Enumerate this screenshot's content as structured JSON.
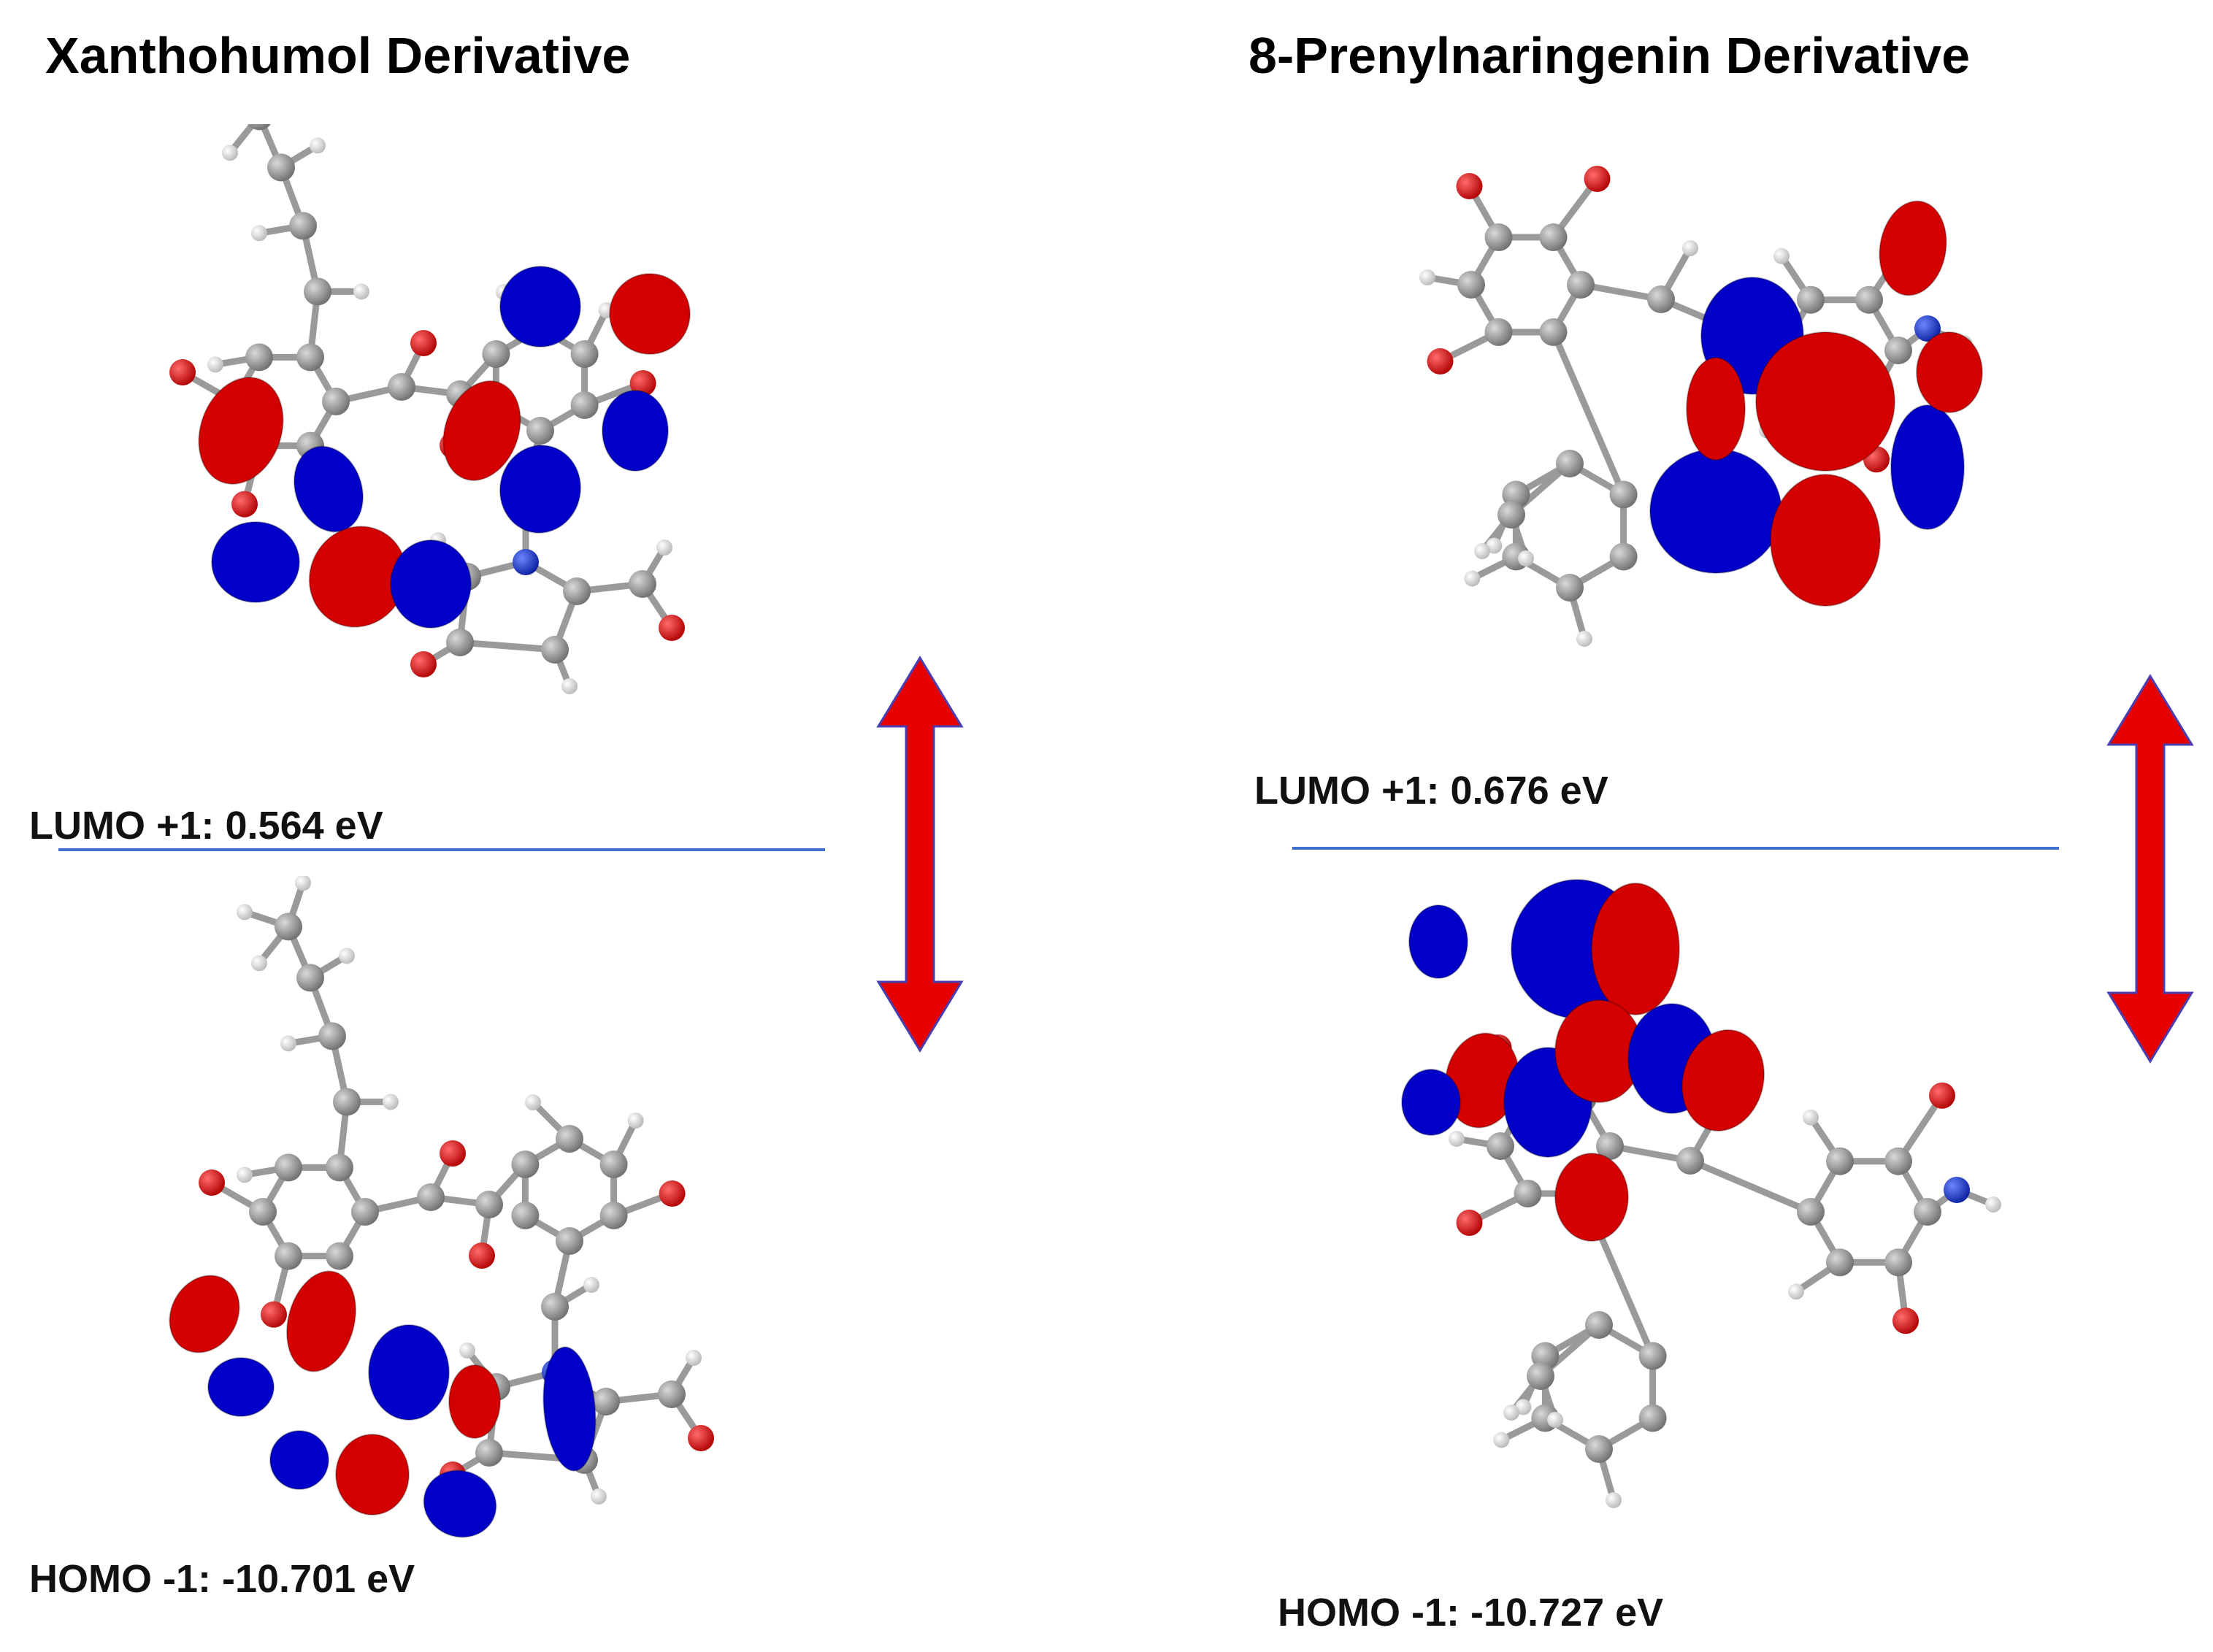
{
  "panels": [
    {
      "title": "Xanthohumol Derivative",
      "lumo_label": "LUMO +1: 0.564 eV",
      "homo_label": "HOMO -1: -10.701 eV"
    },
    {
      "title": "8-Prenylnaringenin Derivative",
      "lumo_label": "LUMO +1: 0.676 eV",
      "homo_label": "HOMO -1: -10.727 eV"
    }
  ],
  "colors": {
    "positive_lobe": "#d40000",
    "negative_lobe": "#0000c8",
    "carbon": "#7f7f7f",
    "hydrogen": "#d8d8d8",
    "oxygen": "#d10000",
    "nitrogen": "#1530c8",
    "level_line": "#3f6fcf",
    "gap_arrow": "#e60000"
  }
}
